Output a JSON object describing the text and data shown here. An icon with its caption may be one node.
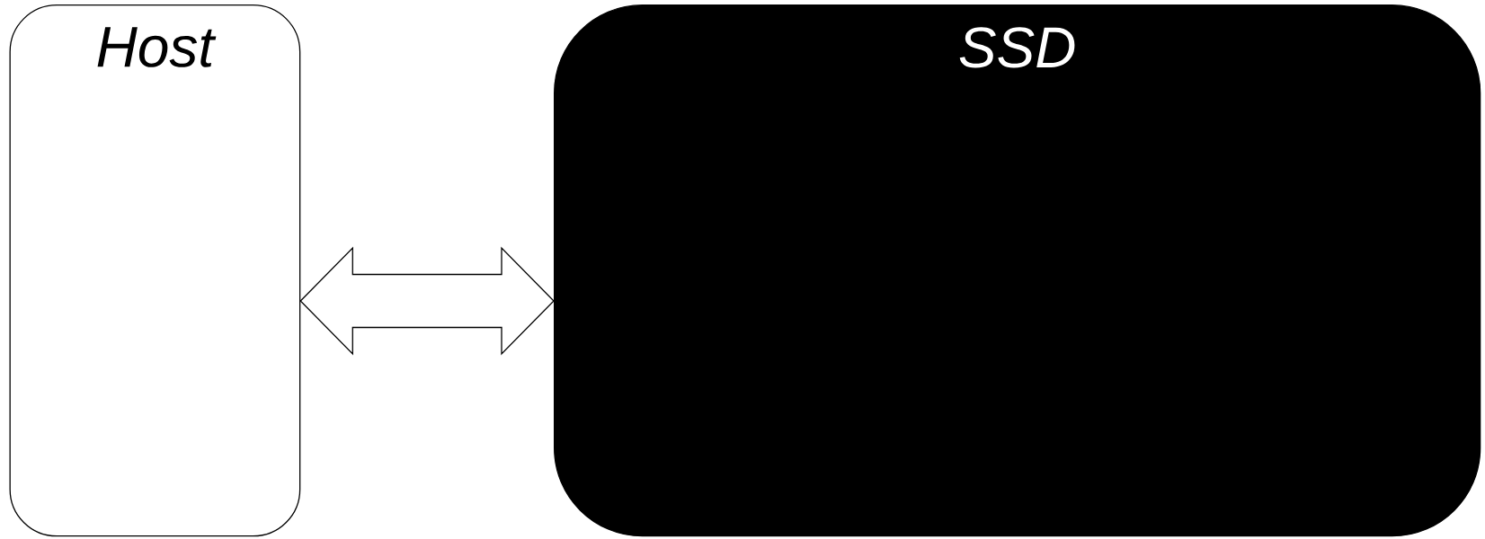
{
  "diagram": {
    "nodes": [
      {
        "text": [
          "Host"
        ]
      },
      {
        "text": [
          "SSD"
        ]
      }
    ],
    "edges": [
      {
        "from": 0,
        "to": 1,
        "arrow": "both"
      }
    ]
  }
}
